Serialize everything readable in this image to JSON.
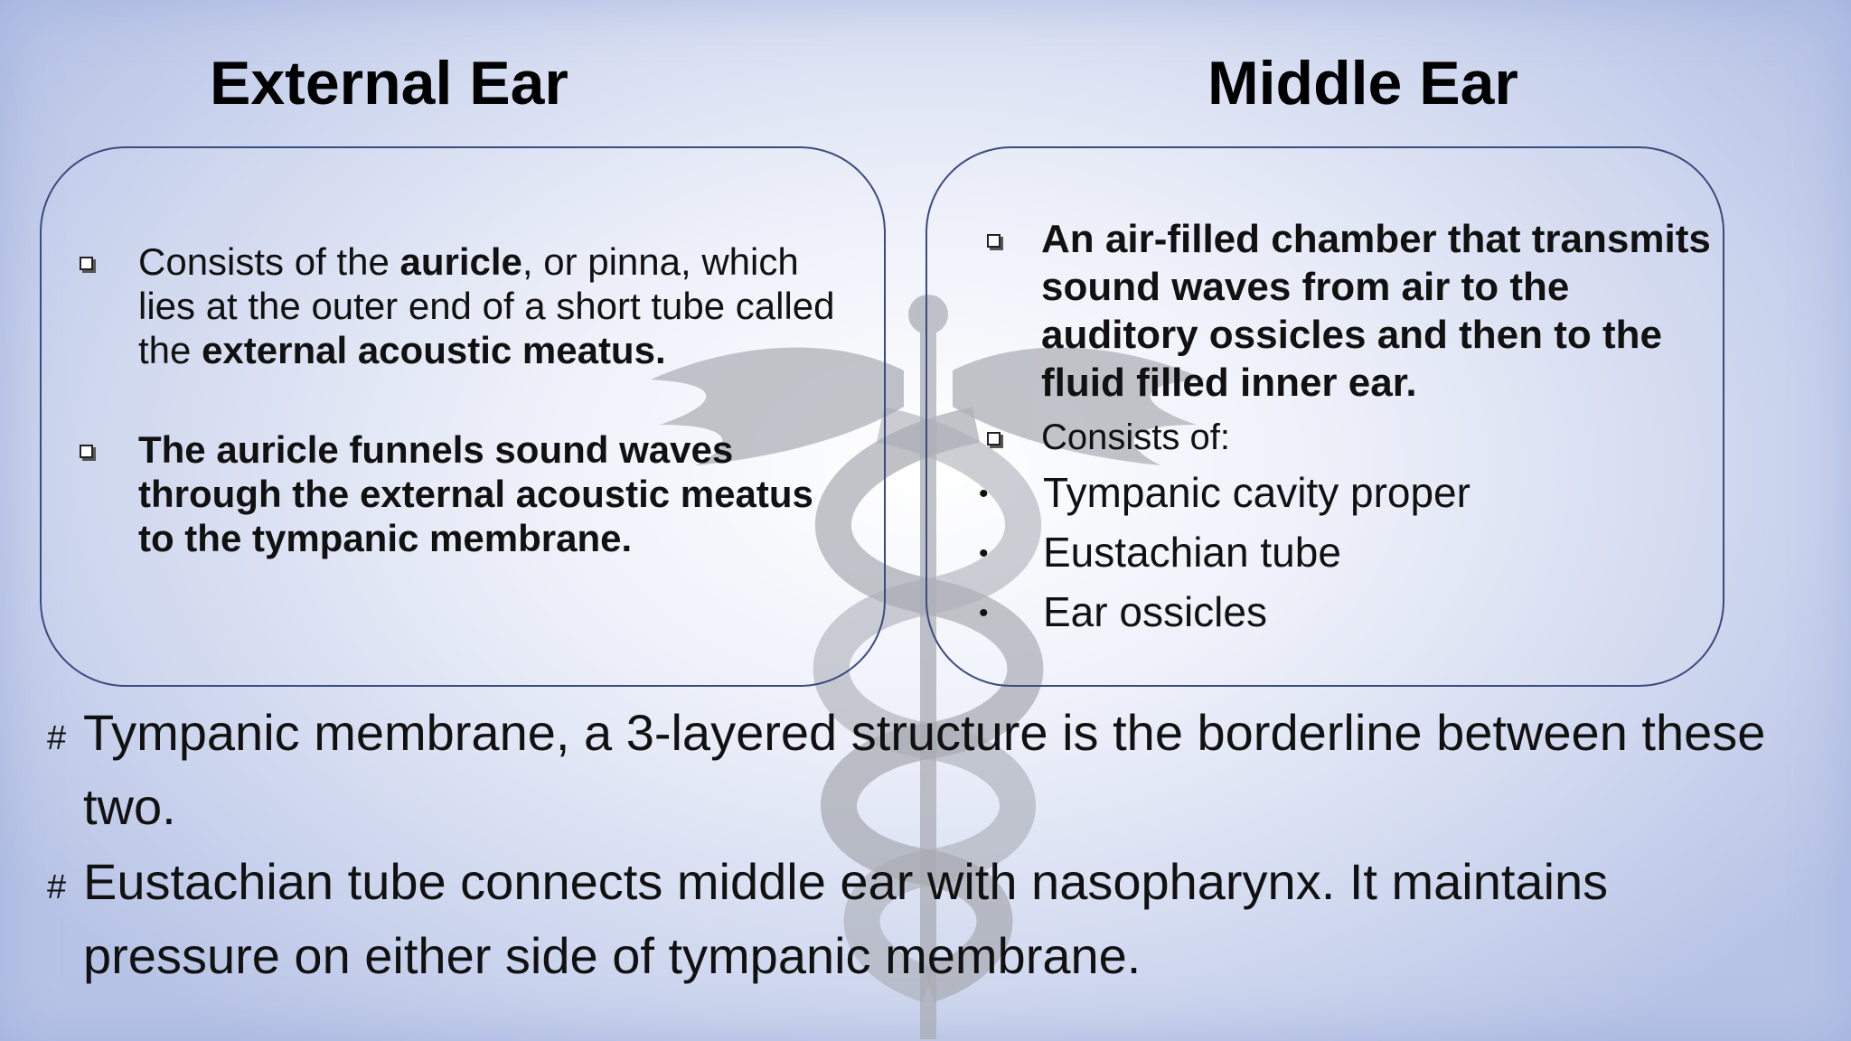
{
  "left": {
    "title": "External Ear",
    "bullet1": {
      "p1": "Consists of the ",
      "b1": "auricle",
      "p2": ", or pinna, which lies at the outer end of a short tube called the ",
      "b2": "external acoustic meatus."
    },
    "bullet2": "The auricle funnels sound waves through the external acoustic meatus to the tympanic membrane."
  },
  "right": {
    "title": "Middle Ear",
    "bullet1": "An air-filled chamber that transmits sound waves from air to the auditory ossicles and then to the fluid filled inner ear.",
    "bullet2": "Consists of:",
    "subitems": [
      "Tympanic cavity proper",
      "Eustachian tube",
      "Ear ossicles"
    ]
  },
  "notes": [
    "Tympanic membrane, a 3-layered structure is the borderline between these two.",
    "Eustachian tube connects middle ear with nasopharynx. It maintains pressure on either side of tympanic membrane."
  ],
  "markers": {
    "note": "#",
    "sub": "•"
  }
}
